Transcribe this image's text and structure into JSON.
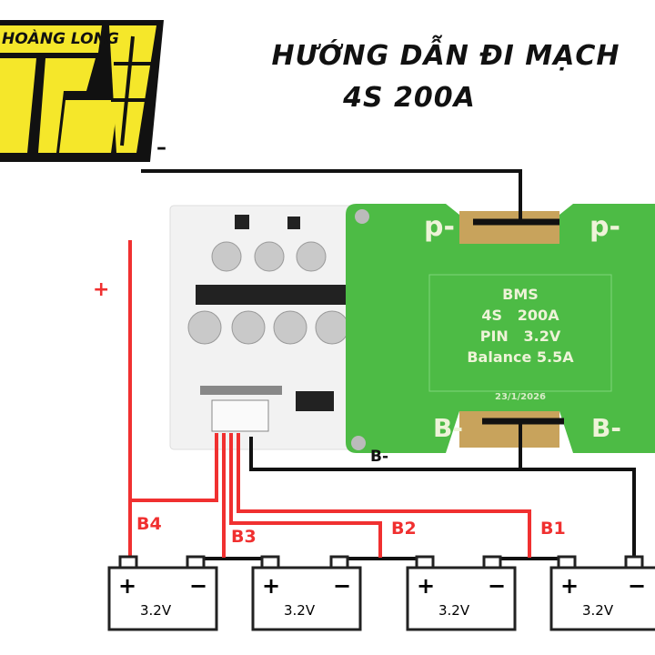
{
  "logo": {
    "text": "HOÀNG LONG",
    "colors": {
      "yellow": "#f5e72a",
      "black": "#111111"
    }
  },
  "title": {
    "line1": "HƯỚNG DẪN ĐI MẠCH",
    "line2": "4S 200A"
  },
  "wires": {
    "minus_label": "–",
    "plus_label": "+",
    "b_minus_label": "B-",
    "balance_labels": [
      "B4",
      "B3",
      "B2",
      "B1"
    ],
    "colors": {
      "positive": "#f03030",
      "negative": "#111111"
    }
  },
  "bms_board": {
    "color": "#4dbb45",
    "pad_labels": {
      "p_left": "p-",
      "p_right": "p-",
      "b_left": "B-",
      "b_right": "B-"
    },
    "spec_lines": [
      "BMS",
      "4S   200A",
      "PIN   3.2V",
      "Balance 5.5A"
    ],
    "date": "23/1/2026"
  },
  "batteries": [
    {
      "plus": "+",
      "minus": "−",
      "voltage": "3.2V"
    },
    {
      "plus": "+",
      "minus": "−",
      "voltage": "3.2V"
    },
    {
      "plus": "+",
      "minus": "−",
      "voltage": "3.2V"
    },
    {
      "plus": "+",
      "minus": "−",
      "voltage": "3.2V"
    }
  ]
}
